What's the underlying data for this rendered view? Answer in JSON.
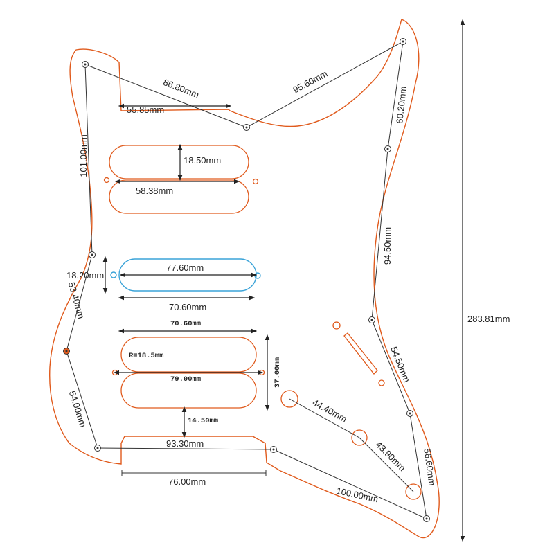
{
  "labels": {
    "d8680": "86.80mm",
    "d5585": "55.85mm",
    "d9560": "95.60mm",
    "d6020": "60.20mm",
    "d10100": "101.00mm",
    "d1850": "18.50mm",
    "d5838": "58.38mm",
    "d7760": "77.60mm",
    "d1820": "18.20mm",
    "d5340": "53.40mm",
    "d7060a": "70.60mm",
    "d7060b": "70.60mm",
    "r185": "R=18.5mm",
    "d7900": "79.00mm",
    "d3700": "37.00mm",
    "d9450": "94.50mm",
    "d5450": "54.50mm",
    "d4440": "44.40mm",
    "d4390": "43.90mm",
    "d5660": "56.60mm",
    "d5400": "54.00mm",
    "d1450": "14.50mm",
    "d9330": "93.30mm",
    "d7600": "76.00mm",
    "d10000": "100.00mm",
    "d28381": "283.81mm"
  },
  "colors": {
    "outline": "#e05a1c",
    "single_coil_highlight": "#3aa3d8",
    "dimension": "#333333"
  }
}
